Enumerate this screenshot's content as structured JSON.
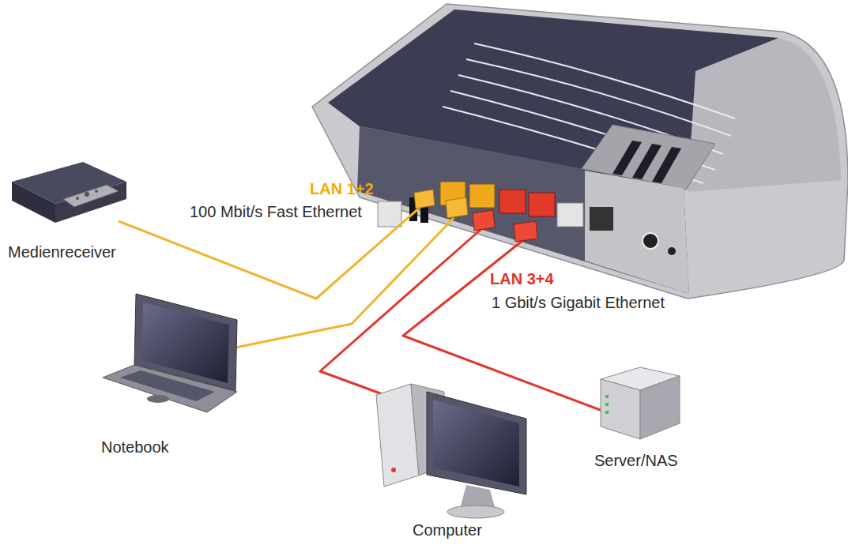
{
  "diagram": {
    "nodes": [
      {
        "text": [
          "Medienreceiver"
        ]
      },
      {
        "text": [
          "Notebook"
        ]
      },
      {
        "text": [
          "Computer"
        ]
      },
      {
        "text": [
          "Server/NAS"
        ]
      }
    ],
    "labels": [
      "LAN 1+2",
      "100 Mbit/s Fast Ethernet",
      "LAN 3+4",
      "1 Gbit/s Gigabit Ethernet"
    ]
  }
}
